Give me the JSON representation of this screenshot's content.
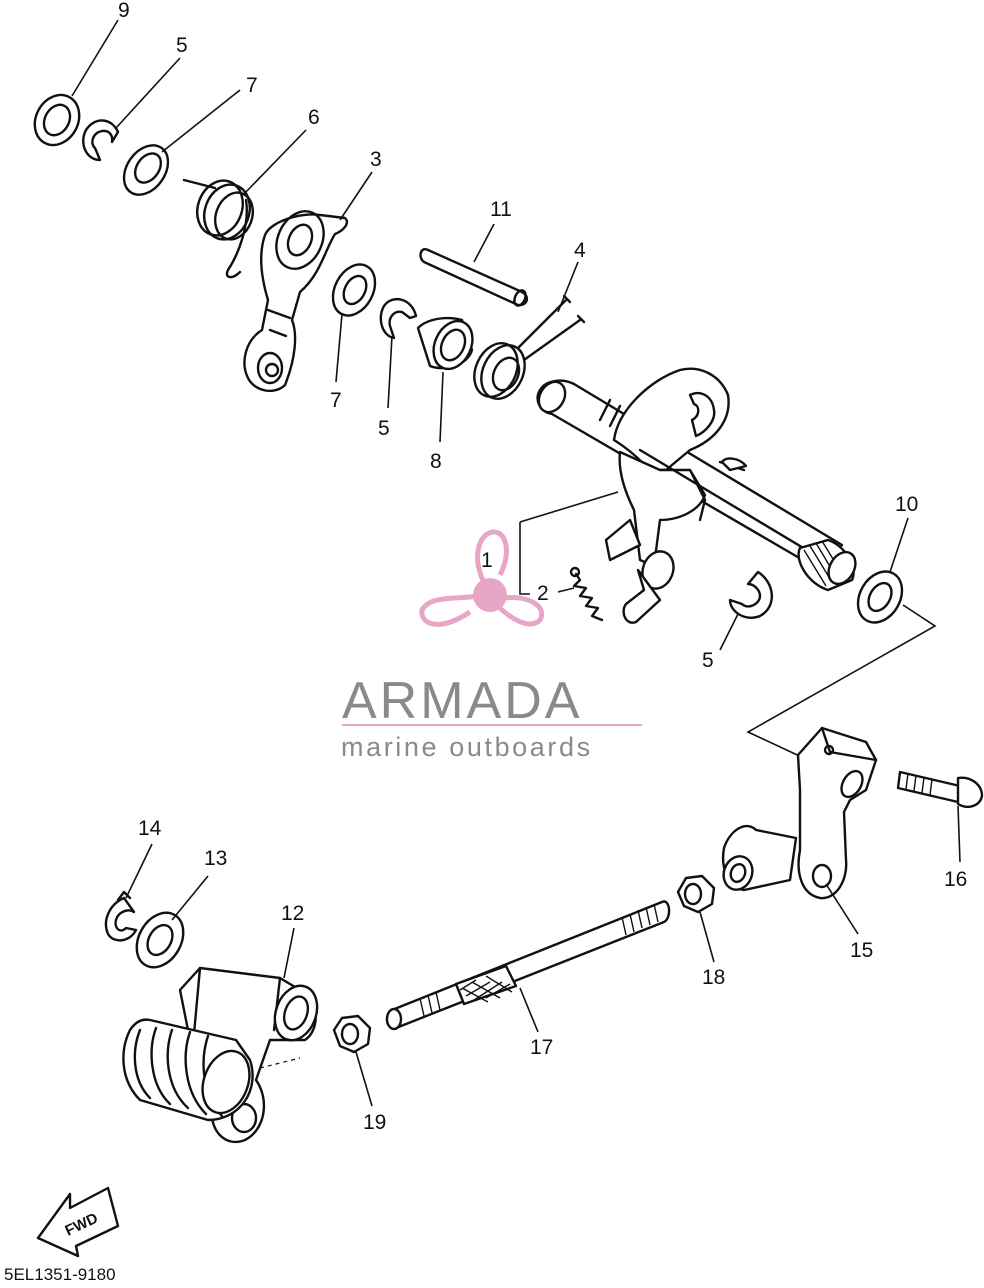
{
  "diagram": {
    "drawing_code": "5EL1351-9180",
    "direction_arrow_label": "FWD",
    "watermark": {
      "brand": "ARMADA",
      "tagline": "marine outboards",
      "accent_color": "#e8a6c6",
      "text_color": "#8a8a8a"
    },
    "callouts": [
      "9",
      "5",
      "7",
      "6",
      "3",
      "11",
      "4",
      "7",
      "5",
      "8",
      "10",
      "1",
      "2",
      "5",
      "14",
      "13",
      "12",
      "16",
      "15",
      "18",
      "17",
      "19"
    ]
  }
}
